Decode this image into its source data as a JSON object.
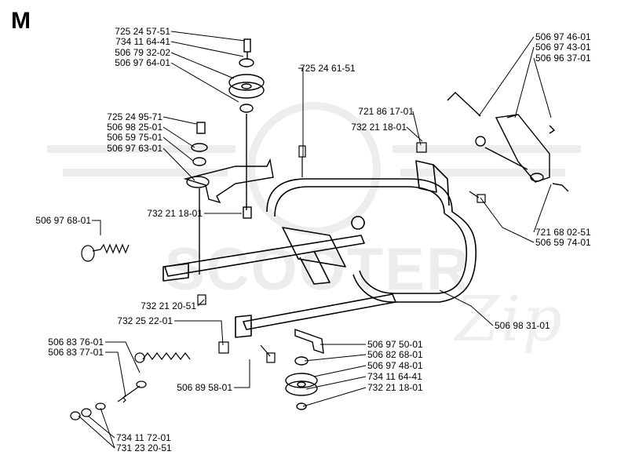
{
  "section_letter": "M",
  "watermark": {
    "line1": "SCOOTER",
    "line2": "Zip"
  },
  "labels": {
    "p1": "725 24 57-51",
    "p2": "734 11 64-41",
    "p3": "506 79 32-02",
    "p4": "506 97 64-01",
    "p5": "725 24 95-71",
    "p6": "506 98 25-01",
    "p7": "506 59 75-01",
    "p8": "506 97 63-01",
    "p9": "732 21 18-01",
    "p10": "506 97 68-01",
    "p11": "732 21 20-51",
    "p12": "732 25 22-01",
    "p13": "506 83 76-01",
    "p14": "506 83 77-01",
    "p15": "506 89 58-01",
    "p16": "734 11 72-01",
    "p17": "731 23 20-51",
    "p18": "725 24 61-51",
    "p19": "721 86 17-01",
    "p20": "732 21 18-01",
    "p21": "506 97 46-01",
    "p22": "506 97 43-01",
    "p23": "506 96 37-01",
    "p24": "721 68 02-51",
    "p25": "506 59 74-01",
    "p26": "506 98 31-01",
    "p27": "506 97 50-01",
    "p28": "506 82 68-01",
    "p29": "506 97 48-01",
    "p30": "734 11 64-41",
    "p31": "732 21 18-01"
  }
}
